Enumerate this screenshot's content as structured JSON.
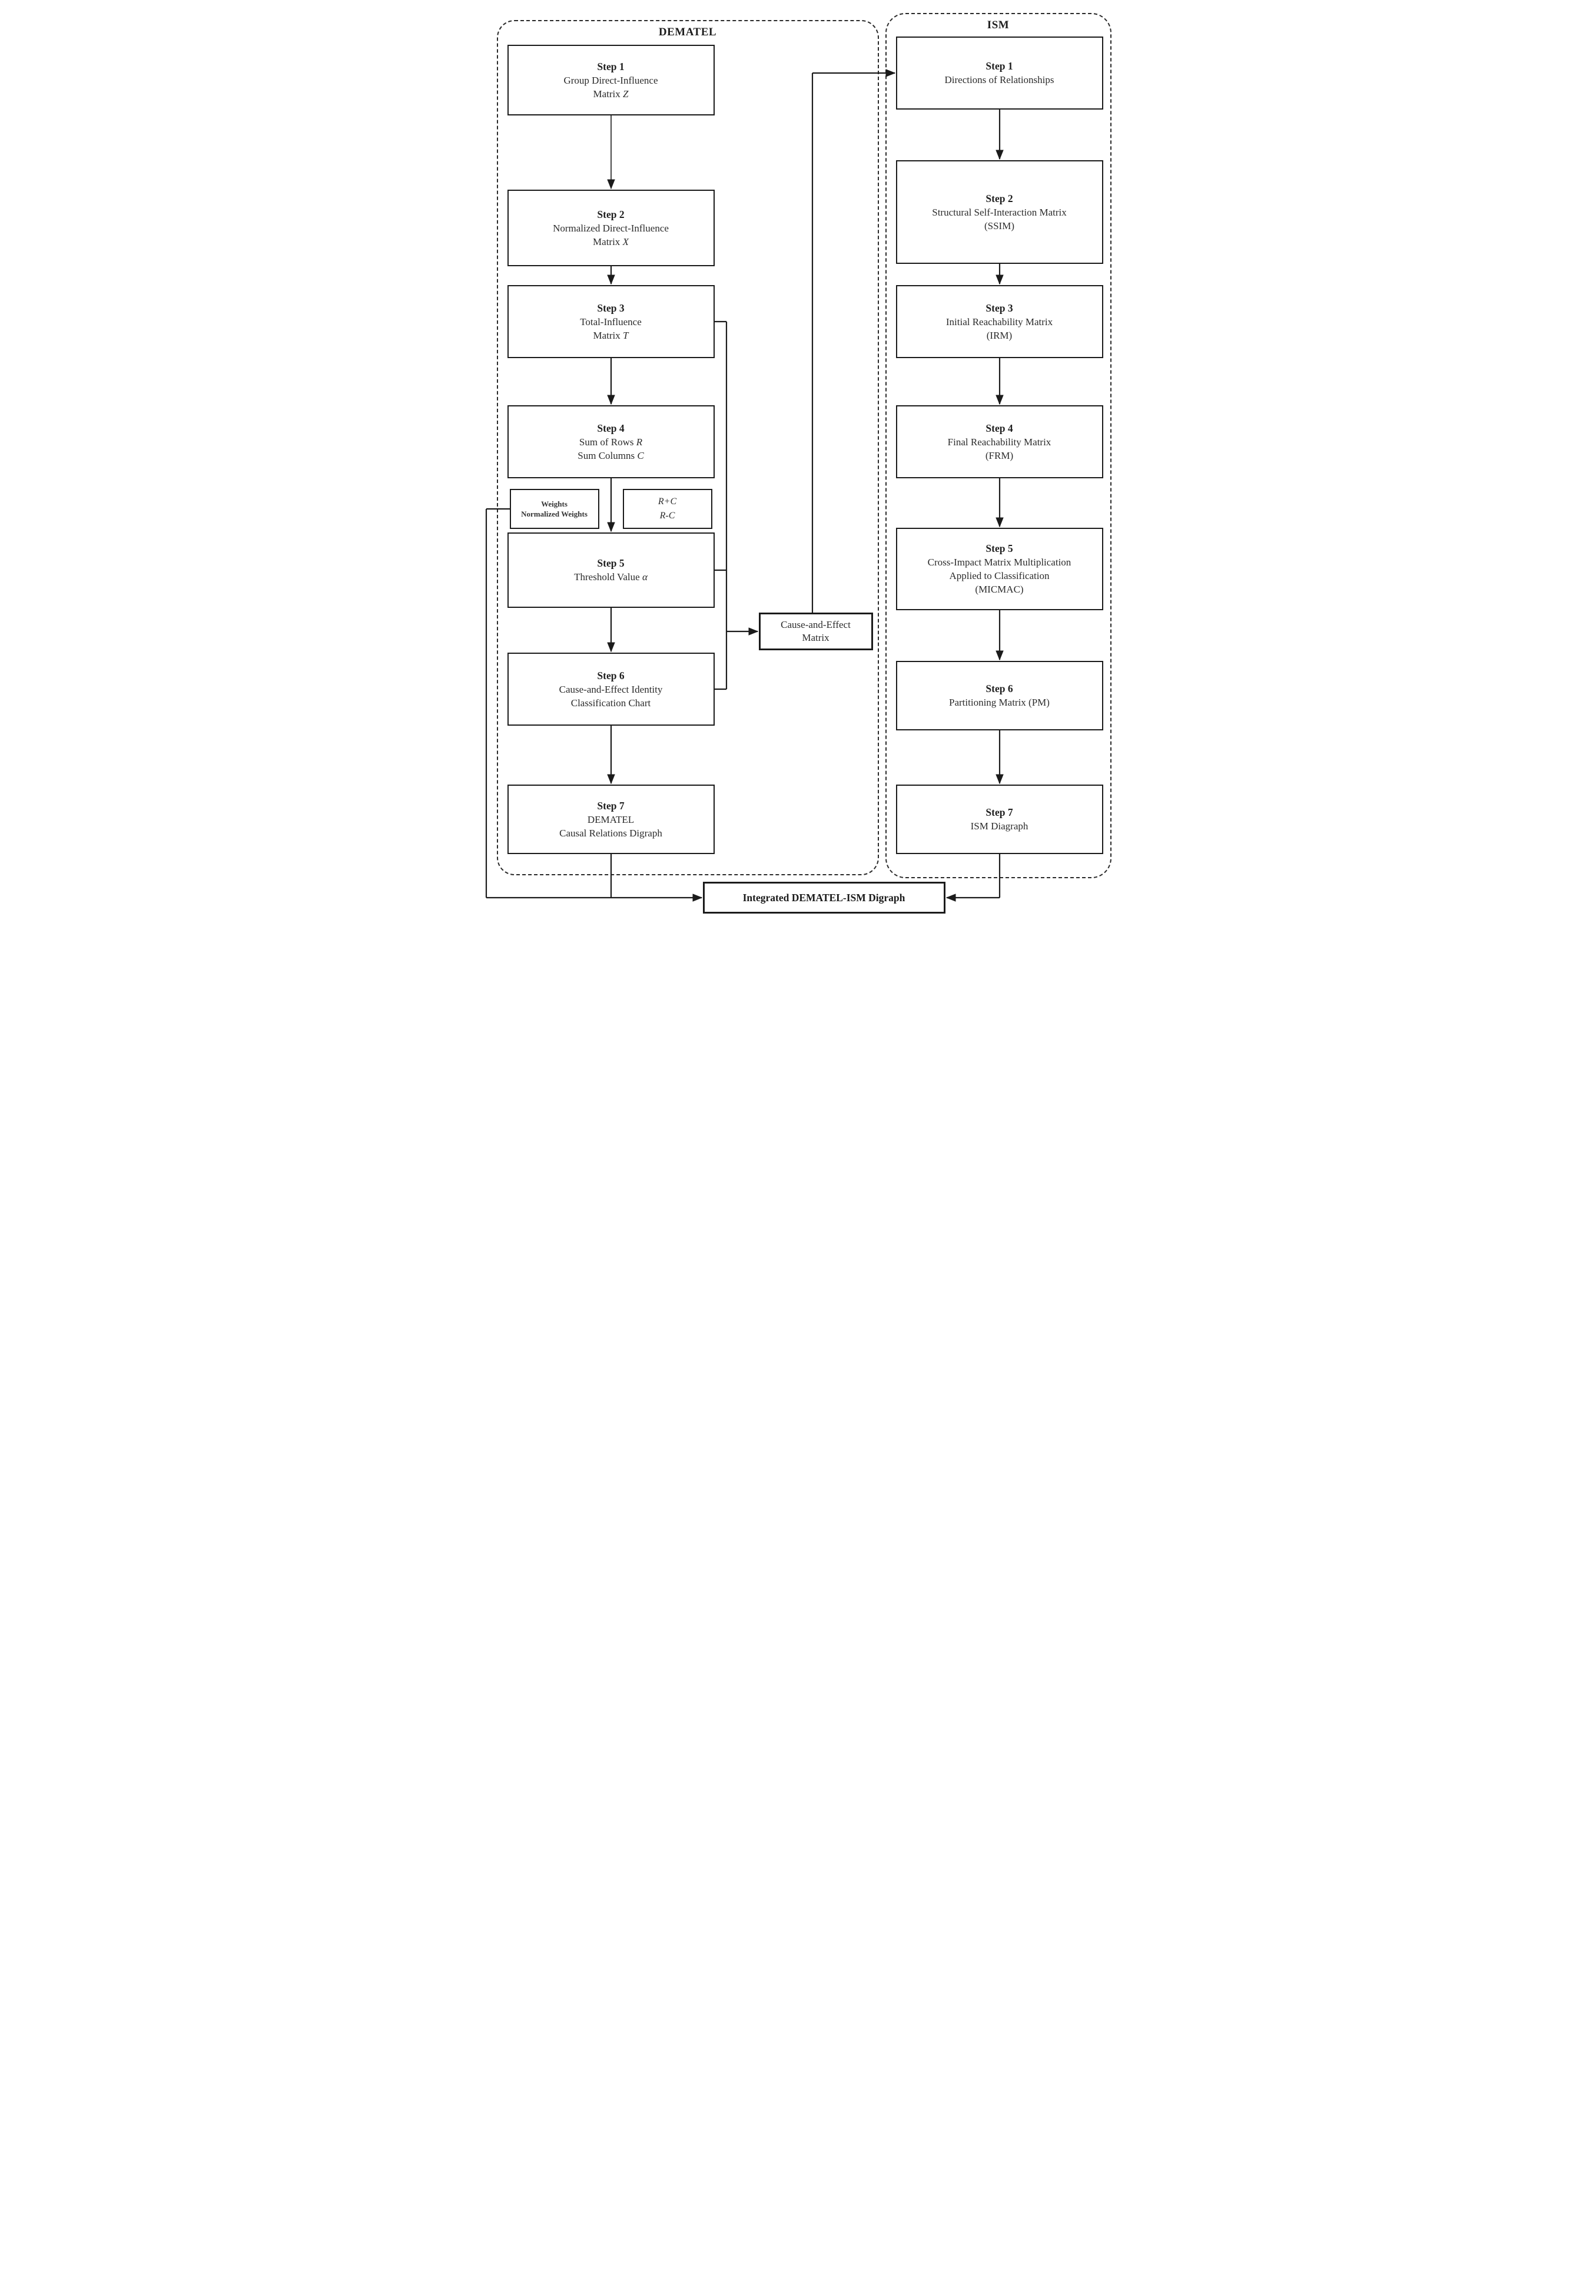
{
  "figure": {
    "colors": {
      "line": "#1b1b1b",
      "text": "#2b2b2b",
      "background": "#ffffff"
    },
    "dematel": {
      "label": "DEMATEL",
      "steps": [
        {
          "title": "Step 1",
          "line1": "Group Direct-Influence",
          "line2": "Matrix ",
          "line2_var": "Z"
        },
        {
          "title": "Step 2",
          "line1": "Normalized Direct-Influence",
          "line2": "Matrix ",
          "line2_var": "X"
        },
        {
          "title": "Step 3",
          "line1": "Total-Influence",
          "line2": "Matrix ",
          "line2_var": "T"
        },
        {
          "title": "Step 4",
          "line1": "Sum of Rows ",
          "line1_var": "R",
          "line2": "Sum Columns ",
          "line2_var": "C"
        },
        {
          "title": "Step 5",
          "line1": "Threshold Value ",
          "line1_var": "α"
        },
        {
          "title": "Step 6",
          "line1": "Cause-and-Effect Identity",
          "line2": "Classification Chart"
        },
        {
          "title": "Step 7",
          "line1": "DEMATEL",
          "line2": "Causal Relations Digraph"
        }
      ],
      "weights_box": {
        "line1": "Weights",
        "line2": "Normalized Weights"
      },
      "rc_box": {
        "line1": "R+C",
        "line2": "R-C"
      }
    },
    "ism": {
      "label": "ISM",
      "steps": [
        {
          "title": "Step 1",
          "line1": "Directions of Relationships"
        },
        {
          "title": "Step 2",
          "line1": "Structural Self-Interaction Matrix",
          "line2": "(SSIM)"
        },
        {
          "title": "Step 3",
          "line1": "Initial Reachability Matrix",
          "line2": "(IRM)"
        },
        {
          "title": "Step 4",
          "line1": "Final Reachability Matrix",
          "line2": "(FRM)"
        },
        {
          "title": "Step 5",
          "line1": "Cross-Impact Matrix Multiplication",
          "line2": "Applied to Classification",
          "line3": "(MICMAC)"
        },
        {
          "title": "Step 6",
          "line1": "Partitioning Matrix (PM)"
        },
        {
          "title": "Step 7",
          "line1": "ISM Diagraph"
        }
      ]
    },
    "cause_effect_box": {
      "line1": "Cause-and-Effect",
      "line2": "Matrix"
    },
    "integrated_box": {
      "label": "Integrated DEMATEL-ISM Digraph"
    }
  }
}
